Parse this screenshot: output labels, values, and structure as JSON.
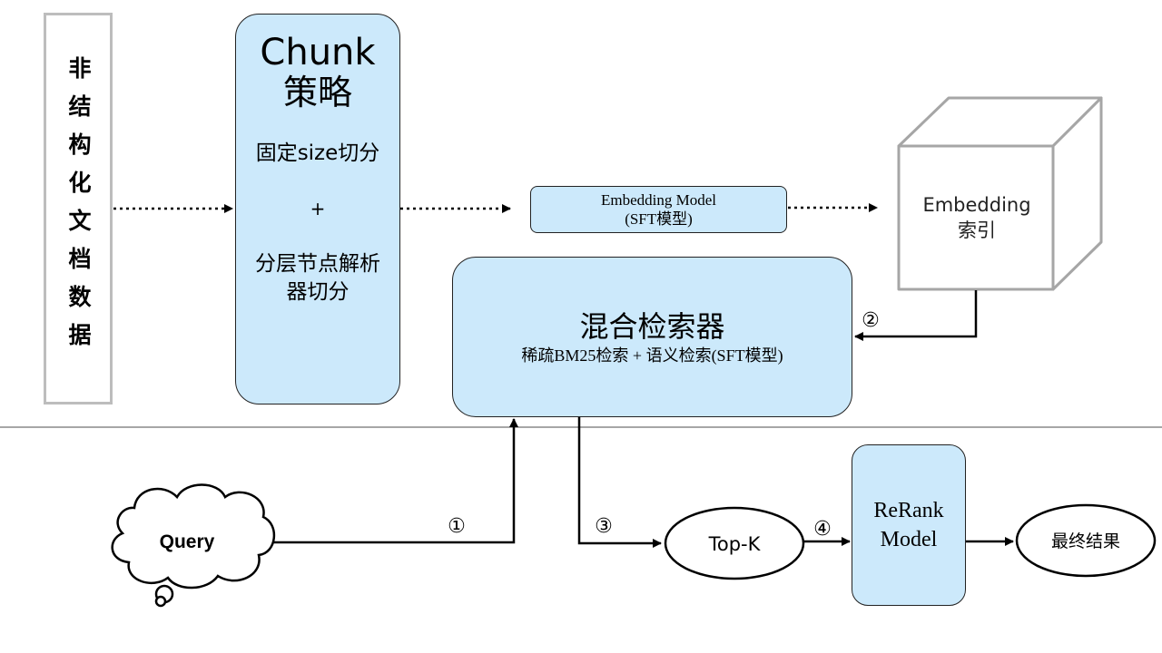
{
  "source": {
    "text": "非结构化文档数据"
  },
  "chunk": {
    "title_line1": "Chunk",
    "title_line2": "策略",
    "method_1": "固定size切分",
    "plus": "+",
    "method_2": "分层节点解析器切分"
  },
  "embedding_model": {
    "line1": "Embedding  Model",
    "line2": "(SFT模型)"
  },
  "embedding_index": {
    "line1": "Embedding",
    "line2": "索引"
  },
  "retriever": {
    "title": "混合检索器",
    "subtitle": "稀疏BM25检索 + 语义检索(SFT模型)"
  },
  "query": {
    "label": "Query"
  },
  "topk": {
    "label": "Top-K"
  },
  "rerank": {
    "line1": "ReRank",
    "line2": "Model"
  },
  "result": {
    "label": "最终结果"
  },
  "steps": {
    "s1": "①",
    "s2": "②",
    "s3": "③",
    "s4": "④"
  },
  "colors": {
    "node_fill": "#cce9fb",
    "stroke": "#000000",
    "gray": "#a6a6a6"
  }
}
